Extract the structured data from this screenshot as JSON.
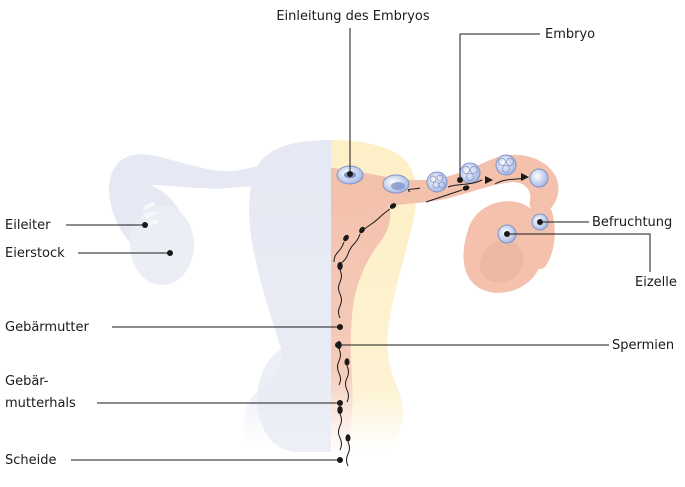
{
  "labels": {
    "embryo_transfer": "Einleitung des Embryos",
    "embryo": "Embryo",
    "fallopian_tube": "Eileiter",
    "ovary": "Eierstock",
    "uterus": "Gebärmutter",
    "cervix_line1": "Gebär-",
    "cervix_line2": "mutterhals",
    "vagina": "Scheide",
    "fertilization": "Befruchtung",
    "egg": "Eizelle",
    "sperm": "Spermien"
  },
  "colors": {
    "left_half": "#e6e8f3",
    "left_half_light": "#eef0f7",
    "uterus_wall_yellow": "#fdf0c7",
    "tube_pink": "#f3c1ac",
    "tube_pink_dark": "#eab39c",
    "cell_blue": "#b8c6e8",
    "cell_blue_dark": "#7f93c9",
    "leader_line": "#1a1a1a",
    "sperm": "#1a1a1a"
  }
}
